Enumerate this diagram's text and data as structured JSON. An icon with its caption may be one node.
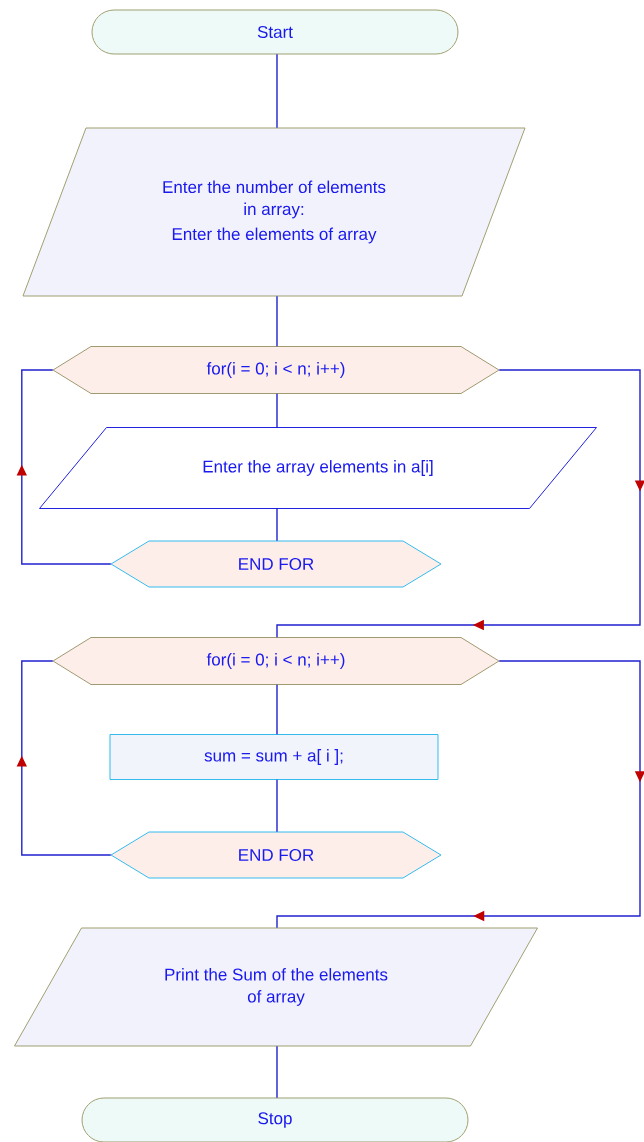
{
  "diagram": {
    "nodes": [
      {
        "text": [
          "Start"
        ]
      },
      {
        "text": [
          "Enter the number of elements in array:",
          "Enter the elements of array"
        ]
      },
      {
        "text": [
          "for(i = 0; i < n; i++)"
        ]
      },
      {
        "text": [
          "Enter the array elements in a[i]"
        ]
      },
      {
        "text": [
          "END FOR"
        ]
      },
      {
        "text": [
          "for(i = 0; i < n; i++)"
        ]
      },
      {
        "text": [
          "sum = sum + a[ i ];"
        ]
      },
      {
        "text": [
          "END FOR"
        ]
      },
      {
        "text": [
          "Print the Sum of the elements of array"
        ]
      },
      {
        "text": [
          "Stop"
        ]
      }
    ],
    "edges": [
      {
        "from": 0,
        "to": 1,
        "arrow": "none"
      },
      {
        "from": 1,
        "to": 2,
        "arrow": "none"
      },
      {
        "from": 2,
        "to": 3,
        "arrow": "none"
      },
      {
        "from": 3,
        "to": 4,
        "arrow": "none"
      },
      {
        "from": 4,
        "to": 2,
        "arrow": "to"
      },
      {
        "from": 2,
        "to": 5,
        "arrow": "to"
      },
      {
        "from": 5,
        "to": 6,
        "arrow": "none"
      },
      {
        "from": 6,
        "to": 7,
        "arrow": "none"
      },
      {
        "from": 7,
        "to": 5,
        "arrow": "to"
      },
      {
        "from": 5,
        "to": 8,
        "arrow": "to"
      },
      {
        "from": 8,
        "to": 9,
        "arrow": "none"
      }
    ]
  }
}
